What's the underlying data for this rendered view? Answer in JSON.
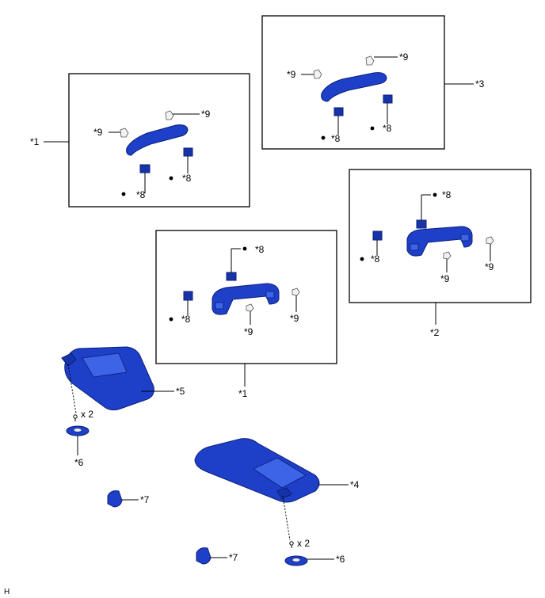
{
  "callouts": {
    "assist_grip_1": "*1",
    "assist_grip_2": "*2",
    "assist_grip_3": "*3",
    "visor_rh": "*4",
    "visor_lh": "*5",
    "holder": "*6",
    "holder_clip": "*7",
    "cover": "*8",
    "clip": "*9",
    "screw_qty": "x 2"
  },
  "corner_code": "H",
  "colors": {
    "part": "#1e40c8",
    "part_dark": "#1733a8",
    "outline": "#000000"
  }
}
